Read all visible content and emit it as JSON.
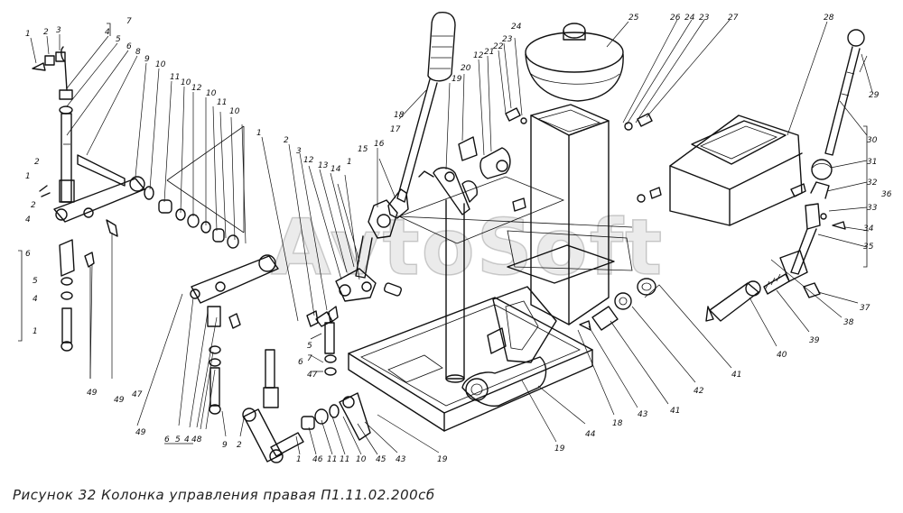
{
  "caption": "Рисунок 32 Колонка управления правая П1.11.02.200сб",
  "watermark": "AvtoSoft",
  "callouts": [
    "1",
    "2",
    "3",
    "4",
    "5",
    "6",
    "7",
    "8",
    "9",
    "10",
    "11",
    "12",
    "13",
    "14",
    "15",
    "16",
    "17",
    "18",
    "19",
    "20",
    "21",
    "22",
    "23",
    "24",
    "25",
    "26",
    "27",
    "28",
    "29",
    "30",
    "31",
    "32",
    "33",
    "34",
    "35",
    "36",
    "37",
    "38",
    "39",
    "40",
    "41",
    "42",
    "43",
    "44",
    "45",
    "46",
    "47",
    "48",
    "49"
  ],
  "callout_instances": [
    {
      "id": "c1a",
      "t": "1"
    },
    {
      "id": "c2a",
      "t": "2"
    },
    {
      "id": "c3a",
      "t": "3"
    },
    {
      "id": "c4a",
      "t": "4"
    },
    {
      "id": "c5a",
      "t": "5"
    },
    {
      "id": "c6a",
      "t": "6"
    },
    {
      "id": "c7a",
      "t": "7"
    },
    {
      "id": "c8a",
      "t": "8"
    },
    {
      "id": "c9a",
      "t": "9"
    },
    {
      "id": "c10a",
      "t": "10"
    },
    {
      "id": "c11a",
      "t": "11"
    },
    {
      "id": "c10b",
      "t": "10"
    },
    {
      "id": "c12a",
      "t": "12"
    },
    {
      "id": "c10c",
      "t": "10"
    },
    {
      "id": "c11b",
      "t": "11"
    },
    {
      "id": "c10d",
      "t": "10"
    },
    {
      "id": "c1b",
      "t": "1"
    },
    {
      "id": "c2b",
      "t": "2"
    },
    {
      "id": "c3b",
      "t": "3"
    },
    {
      "id": "c12b",
      "t": "12"
    },
    {
      "id": "c13a",
      "t": "13"
    },
    {
      "id": "c14a",
      "t": "14"
    },
    {
      "id": "c1c",
      "t": "1"
    },
    {
      "id": "c15a",
      "t": "15"
    },
    {
      "id": "c16a",
      "t": "16"
    },
    {
      "id": "c17a",
      "t": "17"
    },
    {
      "id": "c18a",
      "t": "18"
    },
    {
      "id": "c19a",
      "t": "19"
    },
    {
      "id": "c20a",
      "t": "20"
    },
    {
      "id": "c12c",
      "t": "12"
    },
    {
      "id": "c21a",
      "t": "21"
    },
    {
      "id": "c22a",
      "t": "22"
    },
    {
      "id": "c23a",
      "t": "23"
    },
    {
      "id": "c24a",
      "t": "24"
    },
    {
      "id": "c25a",
      "t": "25"
    },
    {
      "id": "c26a",
      "t": "26"
    },
    {
      "id": "c24b",
      "t": "24"
    },
    {
      "id": "c23b",
      "t": "23"
    },
    {
      "id": "c27a",
      "t": "27"
    },
    {
      "id": "c28a",
      "t": "28"
    },
    {
      "id": "c29a",
      "t": "29"
    },
    {
      "id": "c30a",
      "t": "30"
    },
    {
      "id": "c31a",
      "t": "31"
    },
    {
      "id": "c32a",
      "t": "32"
    },
    {
      "id": "c33a",
      "t": "33"
    },
    {
      "id": "c34a",
      "t": "34"
    },
    {
      "id": "c35a",
      "t": "35"
    },
    {
      "id": "c36a",
      "t": "36"
    },
    {
      "id": "c37a",
      "t": "37"
    },
    {
      "id": "c38a",
      "t": "38"
    },
    {
      "id": "c39a",
      "t": "39"
    },
    {
      "id": "c40a",
      "t": "40"
    },
    {
      "id": "c41a",
      "t": "41"
    },
    {
      "id": "c42a",
      "t": "42"
    },
    {
      "id": "c41b",
      "t": "41"
    },
    {
      "id": "c43a",
      "t": "43"
    },
    {
      "id": "c18b",
      "t": "18"
    },
    {
      "id": "c44a",
      "t": "44"
    },
    {
      "id": "c19b",
      "t": "19"
    },
    {
      "id": "c19c",
      "t": "19"
    },
    {
      "id": "c45a",
      "t": "45"
    },
    {
      "id": "c43b",
      "t": "43"
    },
    {
      "id": "c10e",
      "t": "10"
    },
    {
      "id": "c11c",
      "t": "11"
    },
    {
      "id": "c11d",
      "t": "11"
    },
    {
      "id": "c46a",
      "t": "46"
    },
    {
      "id": "c1d",
      "t": "1"
    },
    {
      "id": "c2c",
      "t": "2"
    },
    {
      "id": "c9b",
      "t": "9"
    },
    {
      "id": "c49a",
      "t": "49"
    },
    {
      "id": "c49b",
      "t": "49"
    },
    {
      "id": "c49c",
      "t": "49"
    },
    {
      "id": "c47a",
      "t": "47"
    },
    {
      "id": "c6b",
      "t": "6"
    },
    {
      "id": "c5b",
      "t": "5"
    },
    {
      "id": "c4b",
      "t": "4"
    },
    {
      "id": "c1e",
      "t": "1"
    },
    {
      "id": "c2d",
      "t": "2"
    },
    {
      "id": "c1f",
      "t": "1"
    },
    {
      "id": "c2e",
      "t": "2"
    },
    {
      "id": "c4c",
      "t": "4"
    },
    {
      "id": "c5c",
      "t": "5"
    },
    {
      "id": "c7b",
      "t": "7"
    },
    {
      "id": "c6c",
      "t": "6"
    },
    {
      "id": "c47b",
      "t": "47"
    },
    {
      "id": "c6d",
      "t": "6"
    },
    {
      "id": "c5d",
      "t": "5"
    },
    {
      "id": "c4d",
      "t": "4"
    },
    {
      "id": "c48a",
      "t": "48"
    }
  ]
}
